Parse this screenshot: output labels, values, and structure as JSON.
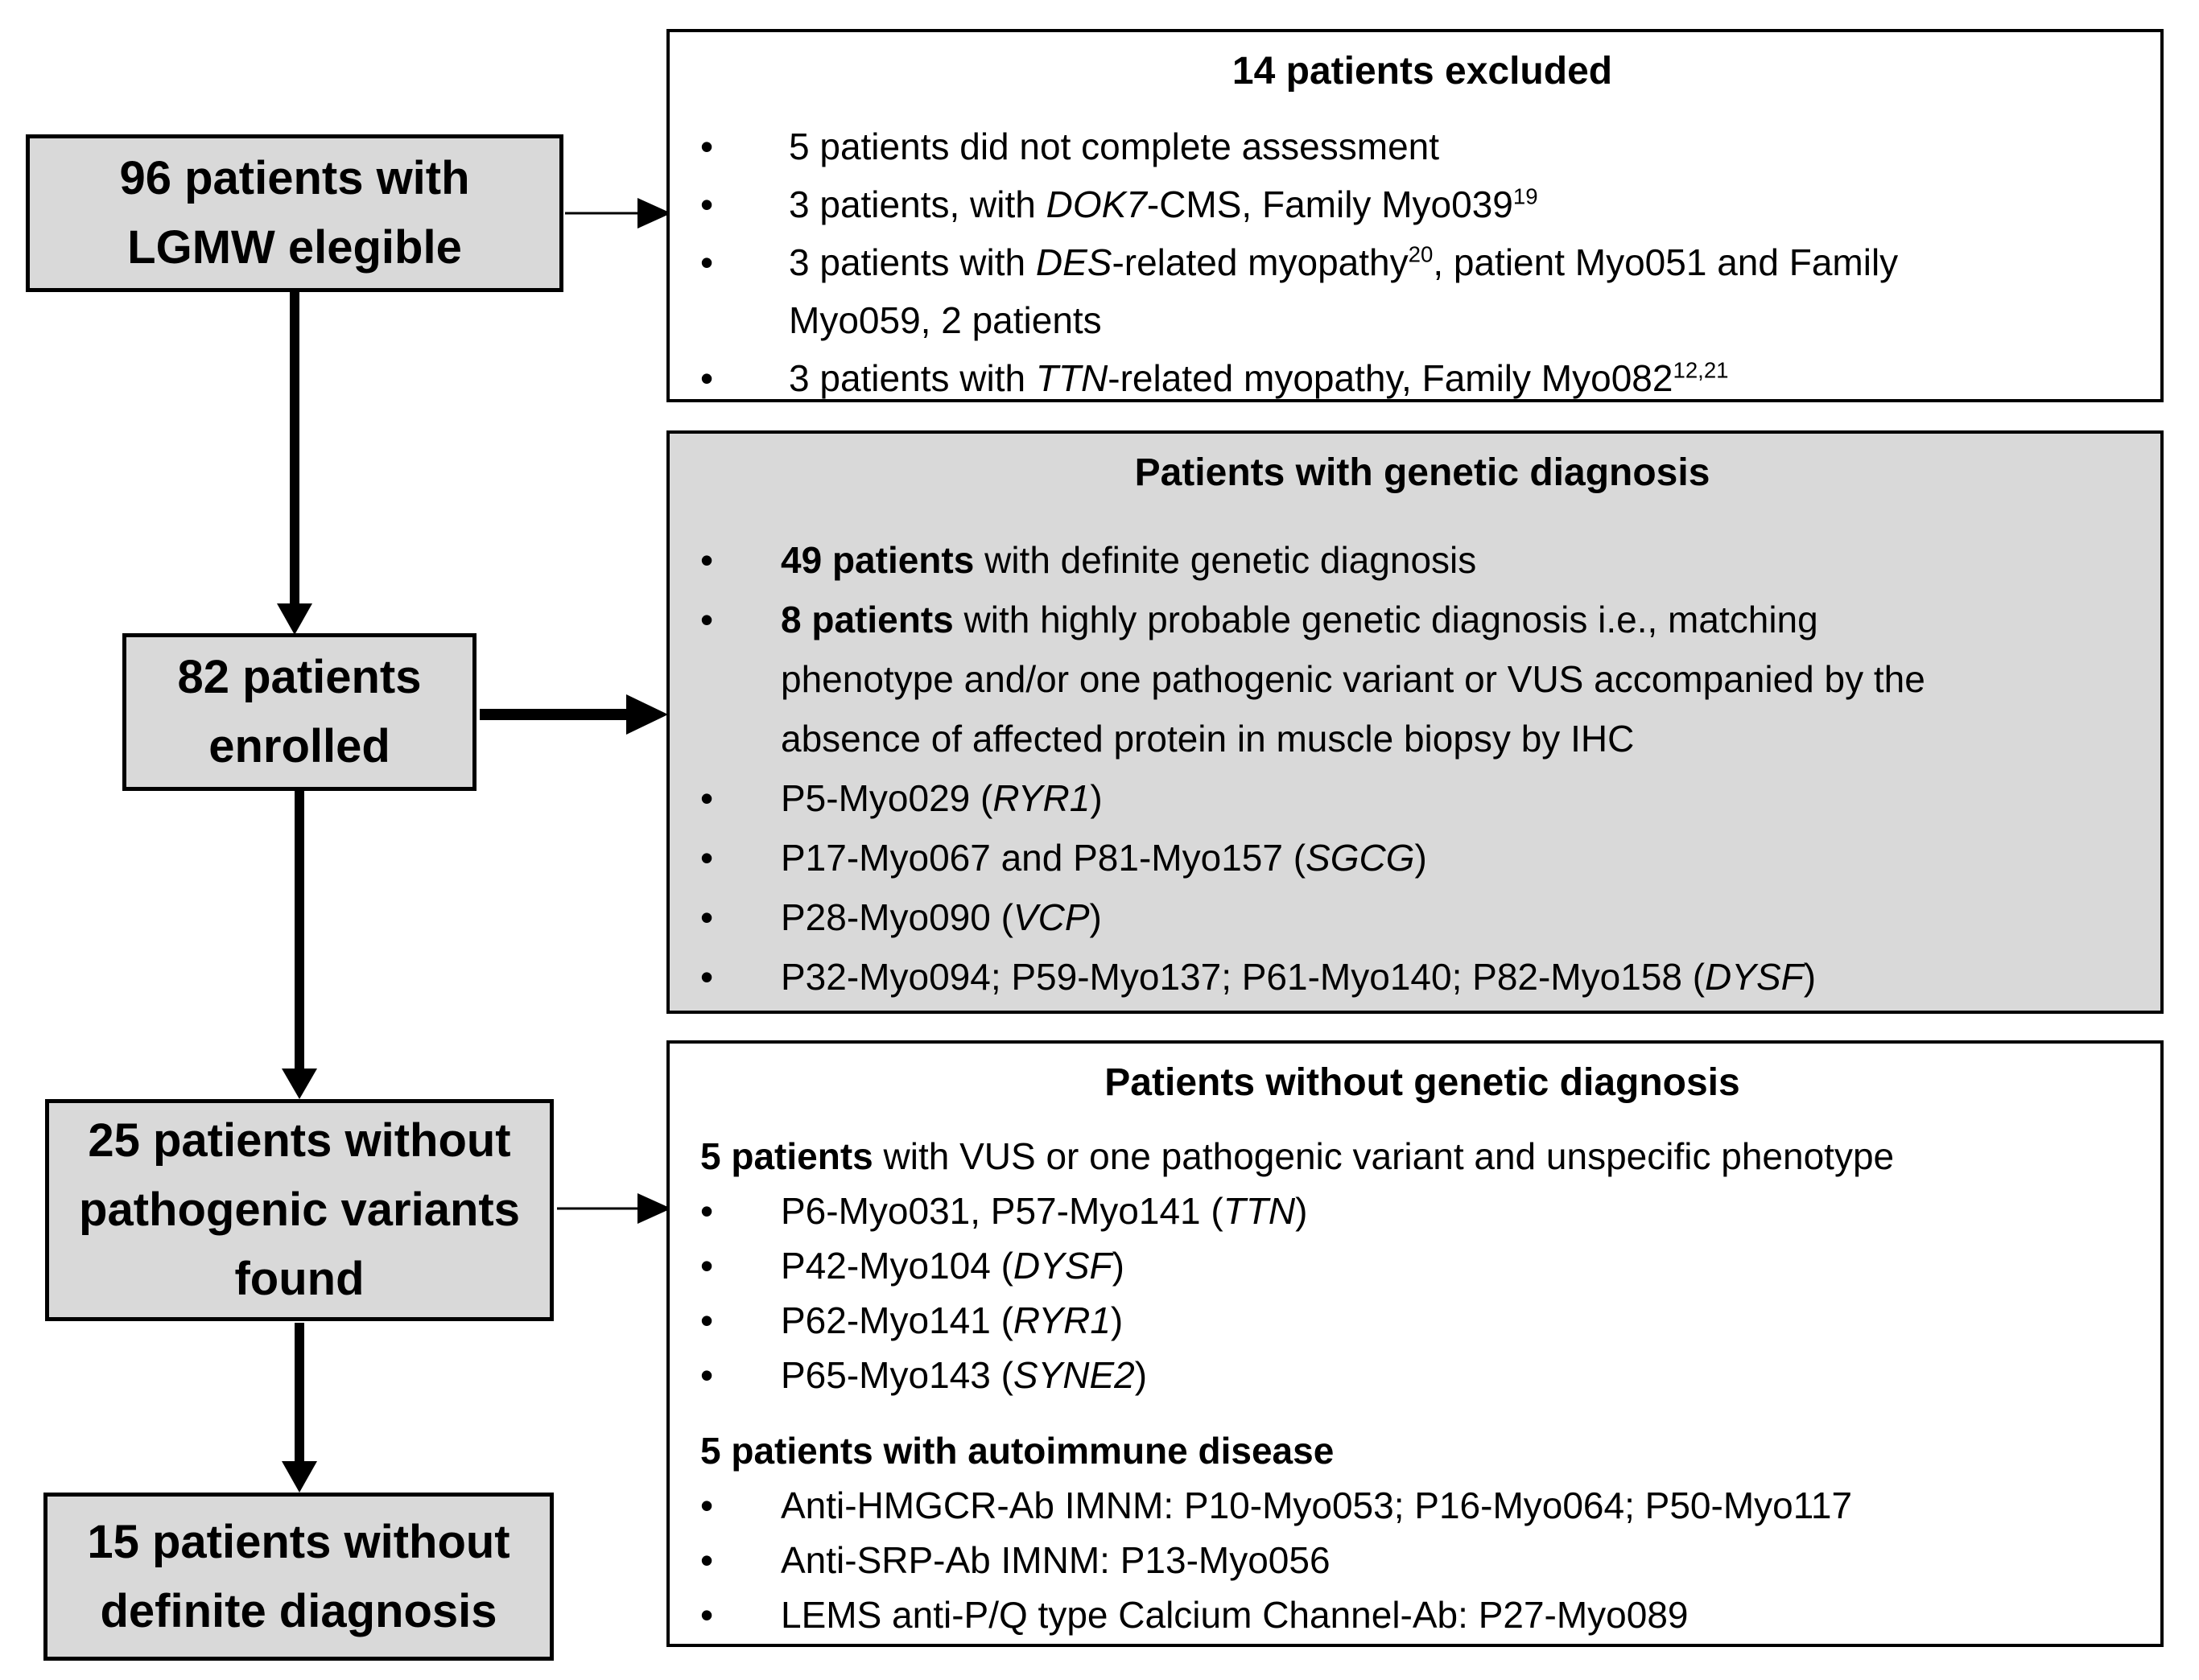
{
  "figure": {
    "type": "patient-flow-diagram",
    "colors": {
      "background": "#ffffff",
      "node_fill": "#d9d9d9",
      "panel_gray_fill": "#d9d9d9",
      "panel_white_fill": "#ffffff",
      "border": "#000000",
      "text": "#000000"
    },
    "bullet_glyph": "•"
  },
  "nodes": [
    {
      "id": "eligible",
      "label_lines": [
        "96 patients with",
        "LGMW elegible"
      ]
    },
    {
      "id": "enrolled",
      "label_lines": [
        "82 patients",
        "enrolled"
      ]
    },
    {
      "id": "no-pathogenic-variants",
      "label_lines": [
        "25 patients without",
        "pathogenic variants",
        "found"
      ]
    },
    {
      "id": "no-definite-diagnosis",
      "label_lines": [
        "15 patients without",
        "definite diagnosis"
      ]
    }
  ],
  "panels": [
    {
      "id": "excluded",
      "title": "14 patients excluded",
      "fill": "#ffffff",
      "lines": [
        {
          "kind": "bullet",
          "runs": [
            {
              "t": "5 patients did not complete assessment"
            }
          ]
        },
        {
          "kind": "bullet",
          "runs": [
            {
              "t": "3 patients, with "
            },
            {
              "t": "DOK7",
              "i": true
            },
            {
              "t": "-CMS, Family Myo039"
            },
            {
              "t": "19",
              "sup": true
            }
          ]
        },
        {
          "kind": "bullet",
          "runs": [
            {
              "t": "3 patients with "
            },
            {
              "t": "DES",
              "i": true
            },
            {
              "t": "-related myopathy"
            },
            {
              "t": "20",
              "sup": true
            },
            {
              "t": ", patient Myo051 and Family"
            }
          ]
        },
        {
          "kind": "cont",
          "runs": [
            {
              "t": "Myo059, 2 patients"
            }
          ]
        },
        {
          "kind": "bullet",
          "runs": [
            {
              "t": "3 patients with "
            },
            {
              "t": "TTN",
              "i": true
            },
            {
              "t": "-related myopathy, Family Myo082"
            },
            {
              "t": "12,21",
              "sup": true
            }
          ]
        }
      ]
    },
    {
      "id": "genetic-diagnosis",
      "title": "Patients with genetic diagnosis",
      "fill": "#d9d9d9",
      "lines": [
        {
          "kind": "bullet",
          "runs": [
            {
              "t": "49 patients",
              "b": true
            },
            {
              "t": " with definite genetic diagnosis"
            }
          ]
        },
        {
          "kind": "bullet",
          "runs": [
            {
              "t": "8 patients",
              "b": true
            },
            {
              "t": " with highly probable genetic diagnosis i.e., matching"
            }
          ]
        },
        {
          "kind": "cont",
          "runs": [
            {
              "t": "phenotype and/or one pathogenic variant or VUS accompanied by the"
            }
          ]
        },
        {
          "kind": "cont",
          "runs": [
            {
              "t": "absence of affected protein in muscle biopsy by IHC"
            }
          ]
        },
        {
          "kind": "bullet",
          "runs": [
            {
              "t": "P5-Myo029 ("
            },
            {
              "t": "RYR1",
              "i": true
            },
            {
              "t": ")"
            }
          ]
        },
        {
          "kind": "bullet",
          "runs": [
            {
              "t": "P17-Myo067 and P81-Myo157 ("
            },
            {
              "t": "SGCG",
              "i": true
            },
            {
              "t": ")"
            }
          ]
        },
        {
          "kind": "bullet",
          "runs": [
            {
              "t": "P28-Myo090 ("
            },
            {
              "t": "VCP",
              "i": true
            },
            {
              "t": ")"
            }
          ]
        },
        {
          "kind": "bullet",
          "runs": [
            {
              "t": "P32-Myo094; P59-Myo137; P61-Myo140; P82-Myo158 ("
            },
            {
              "t": "DYSF",
              "i": true
            },
            {
              "t": ")"
            }
          ]
        }
      ]
    },
    {
      "id": "no-genetic-diagnosis",
      "title": "Patients without genetic diagnosis",
      "fill": "#ffffff",
      "lines": [
        {
          "kind": "lead",
          "runs": [
            {
              "t": "5 patients",
              "b": true
            },
            {
              "t": " with VUS or one pathogenic variant and unspecific phenotype"
            }
          ]
        },
        {
          "kind": "bullet",
          "runs": [
            {
              "t": "P6-Myo031, P57-Myo141 ("
            },
            {
              "t": "TTN",
              "i": true
            },
            {
              "t": ")"
            }
          ]
        },
        {
          "kind": "bullet",
          "runs": [
            {
              "t": "P42-Myo104 ("
            },
            {
              "t": "DYSF",
              "i": true
            },
            {
              "t": ")"
            }
          ]
        },
        {
          "kind": "bullet",
          "runs": [
            {
              "t": "P62-Myo141 ("
            },
            {
              "t": "RYR1",
              "i": true
            },
            {
              "t": ")"
            }
          ]
        },
        {
          "kind": "bullet",
          "runs": [
            {
              "t": "P65-Myo143 ("
            },
            {
              "t": "SYNE2",
              "i": true
            },
            {
              "t": ")"
            }
          ]
        },
        {
          "kind": "lead",
          "gap": true,
          "runs": [
            {
              "t": "5 patients with autoimmune disease",
              "b": true
            }
          ]
        },
        {
          "kind": "bullet",
          "runs": [
            {
              "t": "Anti-HMGCR-Ab IMNM: P10-Myo053; P16-Myo064; P50-Myo117"
            }
          ]
        },
        {
          "kind": "bullet",
          "runs": [
            {
              "t": "Anti-SRP-Ab IMNM: P13-Myo056"
            }
          ]
        },
        {
          "kind": "bullet",
          "runs": [
            {
              "t": "LEMS anti-P/Q type Calcium Channel-Ab: P27-Myo089"
            }
          ]
        }
      ]
    }
  ]
}
